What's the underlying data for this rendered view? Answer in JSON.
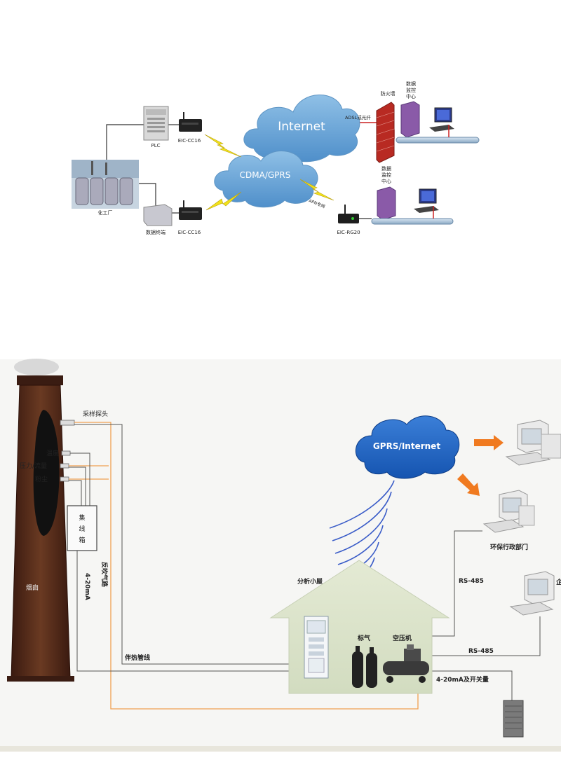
{
  "diagram_top": {
    "clouds": {
      "internet": "Internet",
      "cdma": "CDMA/GPRS"
    },
    "devices": {
      "plc": "PLC",
      "cc16_top": "EIC-CC16",
      "chem_plant": "化工厂",
      "data_terminal": "数据终端",
      "cc16_bottom": "EIC-CC16",
      "rg20": "EIC-RG20",
      "apn": "APN专网",
      "adsl": "ADSL或光纤",
      "firewall": "防火墙",
      "center_top": [
        "数据",
        "监控",
        "中心"
      ],
      "center_bottom": [
        "数据",
        "监控",
        "中心"
      ]
    }
  },
  "diagram_bottom": {
    "sampling_probe": "采样探头",
    "temperature": "温度",
    "pressure_flow": "压力/流量",
    "dust": "粉尘",
    "junction_box": [
      "集",
      "线",
      "箱"
    ],
    "signal_4_20": "4-20mA",
    "backblow_gas": "反吹气路",
    "chimney": "烟囱",
    "heat_trace": "伴热管线",
    "analysis_house": "分析小屋",
    "std_gas": "标气",
    "compressor": "空压机",
    "gprs_internet": "GPRS/Internet",
    "epa_dept": "环保行政部门",
    "rs485_a": "RS-485",
    "rs485_b": "RS-485",
    "io_4_20": "4-20mA及开关量",
    "enterprise_partial": "企"
  },
  "colors": {
    "cloud": "#6fa8d6",
    "cloud_dark": "#3d7fbf",
    "bolt": "#f2e21a",
    "firewall": "#c0392b",
    "orange_line": "#f0a050",
    "arrow": "#f07a20",
    "chimney": "#5a2e1e"
  }
}
